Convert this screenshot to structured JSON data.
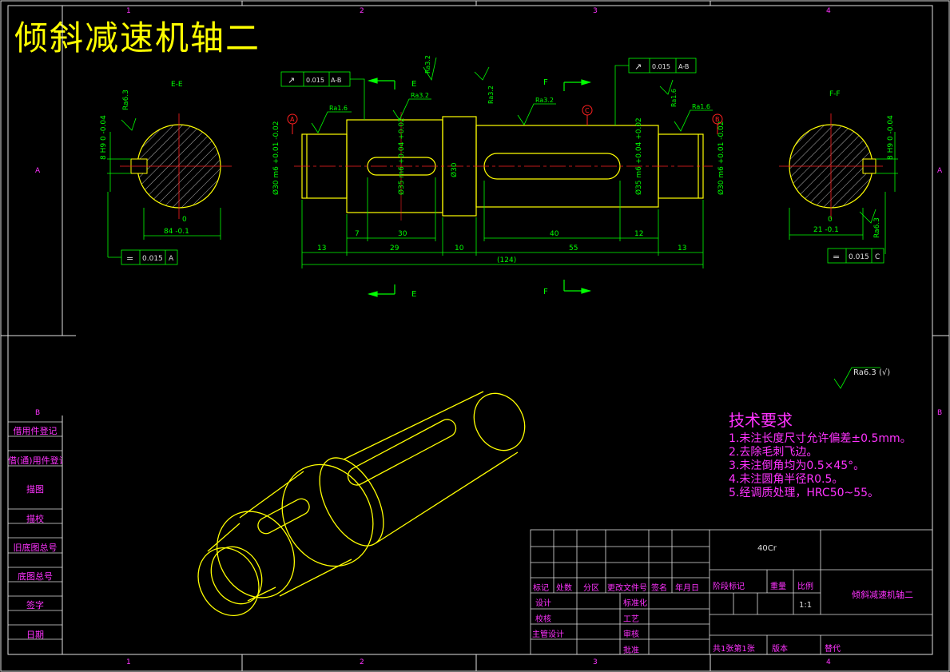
{
  "drawing": {
    "title": "倾斜减速机轴二"
  },
  "colors": {
    "background": "#000000",
    "outline": "#ffff00",
    "dimension": "#00ff00",
    "centerline": "#ff2020",
    "text": "#ff33ff",
    "border": "#e0e0e0"
  },
  "frame": {
    "columns": [
      "1",
      "2",
      "3",
      "4"
    ],
    "rows": [
      "A",
      "B"
    ]
  },
  "sections": {
    "left": {
      "label": "E-E",
      "width_dim": "84 -0.1",
      "key_tol": "8 H9 0 -0.04",
      "roughness": "Ra6.3",
      "bottom_tol": "0",
      "geo_tol": {
        "symbol": "=",
        "value": "0.015",
        "datum": "A"
      }
    },
    "right": {
      "label": "F-F",
      "width_dim": "21 -0.1",
      "key_tol": "8 H9 0 -0.04",
      "roughness": "Ra6.3",
      "bottom_tol": "0",
      "geo_tol": {
        "symbol": "=",
        "value": "0.015",
        "datum": "C"
      }
    }
  },
  "shaft": {
    "tolerance_left": {
      "symbol": "↗",
      "value": "0.015",
      "datum": "A-B"
    },
    "tolerance_right": {
      "symbol": "↗",
      "value": "0.015",
      "datum": "A-B"
    },
    "datum_labels": [
      "A",
      "C",
      "B"
    ],
    "section_marks": [
      "E",
      "F",
      "E",
      "F"
    ],
    "roughness": [
      "Ra1.6",
      "Ra3.2",
      "Ra3.2",
      "Ra3.2",
      "Ra3.2",
      "Ra1.6",
      "Ra1.6"
    ],
    "diameters": [
      "Ø30 m6 +0.01 -0.02",
      "Ø35 m6 +0.04 +0.02",
      "Ø30",
      "Ø35 m6 +0.04 +0.02",
      "Ø30 m6 +0.01 -0.02"
    ],
    "dimensions": {
      "d13a": "13",
      "d7": "7",
      "d30": "30",
      "d29": "29",
      "d10": "10",
      "d40": "40",
      "d55": "55",
      "d12": "12",
      "d13b": "13",
      "total": "(124)"
    }
  },
  "general_roughness": "Ra6.3 (√)",
  "tech_requirements": {
    "heading": "技术要求",
    "items": [
      "1.未注长度尺寸允许偏差±0.5mm。",
      "2.去除毛刺飞边。",
      "3.未注倒角均为0.5×45°。",
      "4.未注圆角半径R0.5。",
      "5.经调质处理，HRC50~55。"
    ]
  },
  "left_panel": [
    "借用件登记",
    "借(通)用件登记",
    "描图",
    "描校",
    "旧底图总号",
    "底图总号",
    "签字",
    "日期"
  ],
  "title_block": {
    "material": "40Cr",
    "part_name": "倾斜减速机轴二",
    "scale_label": "比例",
    "scale": "1:1",
    "weight_label": "重量",
    "stage_label": "阶段标记",
    "header_cells": [
      "标记",
      "处数",
      "分区",
      "更改文件号",
      "签名",
      "年月日"
    ],
    "rows_left": [
      "设计",
      "校核",
      "主管设计"
    ],
    "rows_mid": [
      "标准化",
      "工艺",
      "审核",
      "批准"
    ],
    "sheet": "共1张第1张",
    "version": "版本",
    "replace": "替代"
  }
}
